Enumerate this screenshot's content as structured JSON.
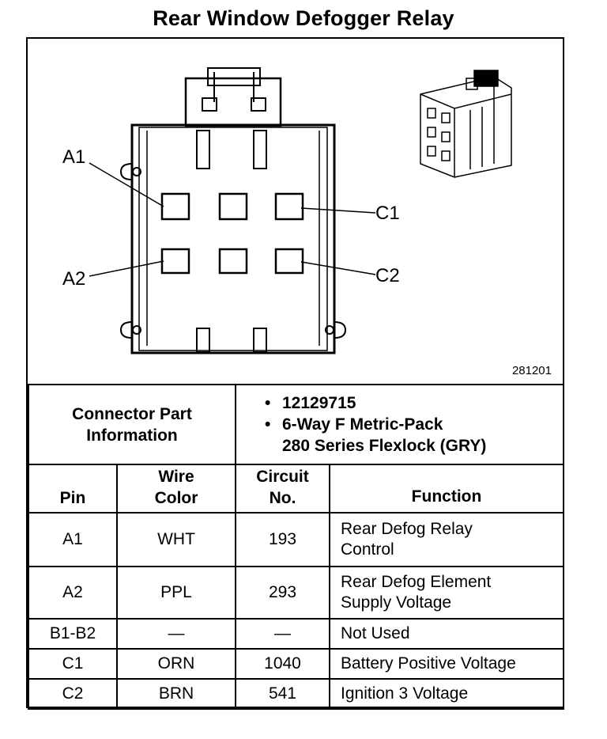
{
  "title": "Rear Window Defogger Relay",
  "figure_number": "281201",
  "pin_labels": [
    "A1",
    "A2",
    "C1",
    "C2"
  ],
  "connector_info": {
    "label_line1": "Connector Part",
    "label_line2": "Information",
    "bullets": [
      "12129715",
      "6-Way F Metric-Pack",
      "280 Series Flexlock (GRY)"
    ]
  },
  "columns": {
    "pin": "Pin",
    "wire_color_line1": "Wire",
    "wire_color_line2": "Color",
    "circuit_line1": "Circuit",
    "circuit_line2": "No.",
    "function": "Function"
  },
  "rows": [
    {
      "pin": "A1",
      "color": "WHT",
      "circuit": "193",
      "function_line1": "Rear Defog Relay",
      "function_line2": "Control"
    },
    {
      "pin": "A2",
      "color": "PPL",
      "circuit": "293",
      "function_line1": "Rear Defog Element",
      "function_line2": "Supply Voltage"
    },
    {
      "pin": "B1-B2",
      "color": "—",
      "circuit": "—",
      "function_line1": "Not Used",
      "function_line2": ""
    },
    {
      "pin": "C1",
      "color": "ORN",
      "circuit": "1040",
      "function_line1": "Battery Positive Voltage",
      "function_line2": ""
    },
    {
      "pin": "C2",
      "color": "BRN",
      "circuit": "541",
      "function_line1": "Ignition 3 Voltage",
      "function_line2": ""
    }
  ]
}
